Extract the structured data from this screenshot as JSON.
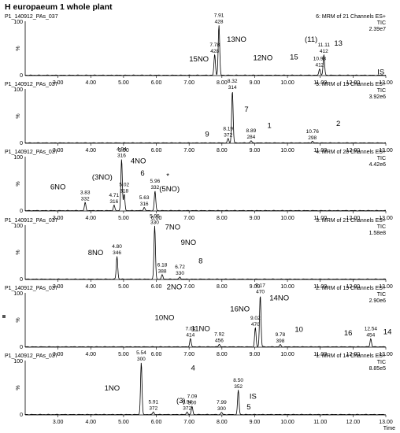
{
  "title": "H europaeum 1 whole plant",
  "ylabel": "%",
  "xlabel": "Time",
  "chart_data": [
    {
      "type": "line",
      "sample": "P1_140912_PAs_037",
      "function": "6: MRM of 21 Channels ES+",
      "tic": "TIC",
      "intensity": "2.39e7",
      "xlim": [
        2.0,
        13.0
      ],
      "ylim": [
        0,
        100
      ],
      "yticks": [
        "100",
        "%",
        "0"
      ],
      "peaks": [
        {
          "rt": 7.78,
          "label": "7.78",
          "mz": "428",
          "height": 38
        },
        {
          "rt": 7.91,
          "label": "7.91",
          "mz": "428",
          "height": 92
        },
        {
          "rt": 10.98,
          "label": "10.98",
          "mz": "412",
          "height": 12
        },
        {
          "rt": 11.11,
          "label": "11.11",
          "mz": "412",
          "height": 38
        }
      ],
      "annotations": [
        {
          "text": "15NO",
          "rt": 7.3
        },
        {
          "text": "13NO",
          "rt": 8.45
        },
        {
          "text": "12NO",
          "rt": 9.25
        },
        {
          "text": "15",
          "rt": 10.2
        },
        {
          "text": "(11)",
          "rt": 10.72
        },
        {
          "text": "13",
          "rt": 11.55
        },
        {
          "text": "IS",
          "rt": 12.85
        }
      ]
    },
    {
      "type": "line",
      "sample": "P1_140912_PAs_037",
      "function": "5: MRM of 19 Channels ES+",
      "tic": "TIC",
      "intensity": "3.92e6",
      "xlim": [
        2.0,
        13.0
      ],
      "ylim": [
        0,
        100
      ],
      "yticks": [
        "100",
        "%",
        "0"
      ],
      "peaks": [
        {
          "rt": 8.19,
          "label": "8.19",
          "mz": "372",
          "height": 8
        },
        {
          "rt": 8.32,
          "label": "8.32",
          "mz": "314",
          "height": 96
        },
        {
          "rt": 8.89,
          "label": "8.89",
          "mz": "284",
          "height": 4
        },
        {
          "rt": 10.76,
          "label": "10.76",
          "mz": "298",
          "height": 3
        }
      ],
      "annotations": [
        {
          "text": "9",
          "rt": 7.55
        },
        {
          "text": "7",
          "rt": 8.75
        },
        {
          "text": "1",
          "rt": 9.45
        },
        {
          "text": "2",
          "rt": 11.55
        }
      ]
    },
    {
      "type": "line",
      "sample": "P1_140912_PAs_037",
      "function": "4: MRM of 20 Channels ES+",
      "tic": "TIC",
      "intensity": "4.42e6",
      "xlim": [
        2.0,
        13.0
      ],
      "ylim": [
        0,
        100
      ],
      "yticks": [
        "100",
        "%",
        "0"
      ],
      "peaks": [
        {
          "rt": 3.83,
          "label": "3.83",
          "mz": "332",
          "height": 15
        },
        {
          "rt": 4.71,
          "label": "4.71",
          "mz": "316",
          "height": 10
        },
        {
          "rt": 4.94,
          "label": "4.94",
          "mz": "316",
          "height": 95
        },
        {
          "rt": 5.02,
          "label": "5.02",
          "mz": "318",
          "height": 30
        },
        {
          "rt": 5.63,
          "label": "5.63",
          "mz": "316",
          "height": 6
        },
        {
          "rt": 5.96,
          "label": "5.96",
          "mz": "332",
          "height": 36
        }
      ],
      "annotations": [
        {
          "text": "6NO",
          "rt": 3.0
        },
        {
          "text": "(3NO)",
          "rt": 4.35
        },
        {
          "text": "4NO",
          "rt": 5.45
        },
        {
          "text": "6",
          "rt": 5.58
        },
        {
          "text": "*",
          "rt": 6.35
        },
        {
          "text": "(5NO)",
          "rt": 6.4
        }
      ]
    },
    {
      "type": "line",
      "sample": "P1_140912_PAs_037",
      "function": "3: MRM of 21 Channels ES+",
      "tic": "TIC",
      "intensity": "1.58e8",
      "xlim": [
        2.0,
        13.0
      ],
      "ylim": [
        0,
        100
      ],
      "yticks": [
        "100",
        "%",
        "0"
      ],
      "peaks": [
        {
          "rt": 4.8,
          "label": "4.80",
          "mz": "346",
          "height": 42
        },
        {
          "rt": 5.95,
          "label": "5.95",
          "mz": "330",
          "height": 98
        },
        {
          "rt": 6.18,
          "label": "6.18",
          "mz": "388",
          "height": 8
        },
        {
          "rt": 6.72,
          "label": "6.72",
          "mz": "330",
          "height": 4
        }
      ],
      "annotations": [
        {
          "text": "8NO",
          "rt": 4.15
        },
        {
          "text": "7NO",
          "rt": 6.5
        },
        {
          "text": "9NO",
          "rt": 6.98
        },
        {
          "text": "8",
          "rt": 7.35
        },
        {
          "text": "2NO",
          "rt": 6.55
        }
      ]
    },
    {
      "type": "line",
      "sample": "P1_140912_PAs_037",
      "function": "2: MRM of 19 Channels ES+",
      "tic": "TIC",
      "intensity": "2.90e6",
      "xlim": [
        2.0,
        13.0
      ],
      "ylim": [
        0,
        100
      ],
      "yticks": [
        "100",
        "%",
        "0"
      ],
      "peaks": [
        {
          "rt": 7.04,
          "label": "7.04",
          "mz": "414",
          "height": 15
        },
        {
          "rt": 7.92,
          "label": "7.92",
          "mz": "456",
          "height": 5
        },
        {
          "rt": 9.02,
          "label": "9.02",
          "mz": "470",
          "height": 35
        },
        {
          "rt": 9.17,
          "label": "9.17",
          "mz": "470",
          "height": 95
        },
        {
          "rt": 9.78,
          "label": "9.78",
          "mz": "398",
          "height": 4
        },
        {
          "rt": 12.54,
          "label": "12.54",
          "mz": "454",
          "height": 15
        }
      ],
      "annotations": [
        {
          "text": "10NO",
          "rt": 6.25
        },
        {
          "text": "11NO",
          "rt": 7.35
        },
        {
          "text": "16NO",
          "rt": 8.55
        },
        {
          "text": "14NO",
          "rt": 9.75
        },
        {
          "text": "10",
          "rt": 10.35
        },
        {
          "text": "16",
          "rt": 11.85
        },
        {
          "text": "14",
          "rt": 13.05
        }
      ]
    },
    {
      "type": "line",
      "sample": "P1_140912_PAs_037",
      "function": "1: MRM of 14 Channels ES+",
      "tic": "TIC",
      "intensity": "8.85e5",
      "xlim": [
        2.0,
        13.0
      ],
      "ylim": [
        0,
        100
      ],
      "yticks": [
        "100",
        "%",
        "0"
      ],
      "xticks": [
        "3.00",
        "4.00",
        "5.00",
        "6.00",
        "7.00",
        "8.00",
        "9.00",
        "10.00",
        "11.00",
        "12.00",
        "13.00"
      ],
      "peaks": [
        {
          "rt": 5.54,
          "label": "5.54",
          "mz": "300",
          "height": 96
        },
        {
          "rt": 5.91,
          "label": "5.91",
          "mz": "372",
          "height": 5
        },
        {
          "rt": 6.94,
          "label": "6.94",
          "mz": "372",
          "height": 5
        },
        {
          "rt": 7.09,
          "label": "7.09",
          "mz": "300",
          "height": 15
        },
        {
          "rt": 7.99,
          "label": "7.99",
          "mz": "300",
          "height": 4
        },
        {
          "rt": 8.5,
          "label": "8.50",
          "mz": "352",
          "height": 45
        }
      ],
      "annotations": [
        {
          "text": "1NO",
          "rt": 4.65
        },
        {
          "text": "(3)",
          "rt": 6.75
        },
        {
          "text": "4",
          "rt": 7.12
        },
        {
          "text": "IS",
          "rt": 8.95
        },
        {
          "text": "5",
          "rt": 8.82
        }
      ]
    }
  ]
}
